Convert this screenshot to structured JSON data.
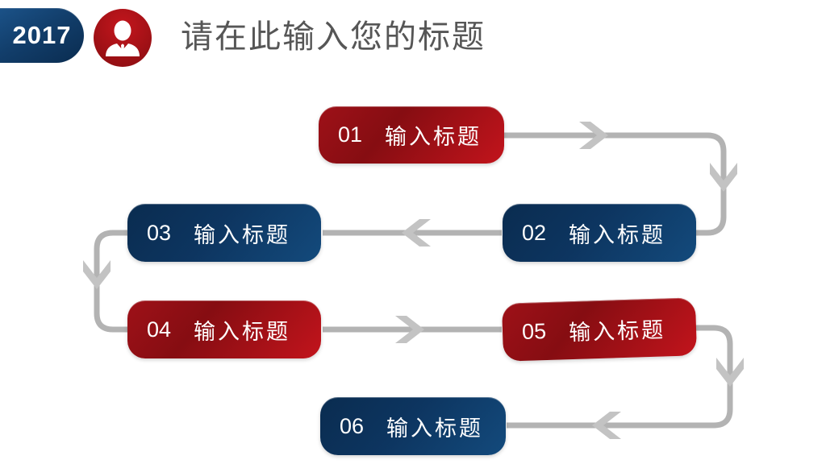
{
  "header": {
    "year_badge": "2017",
    "title": "请在此输入您的标题"
  },
  "flow": {
    "steps": [
      {
        "number": "01",
        "label": "输入标题",
        "color": "red"
      },
      {
        "number": "02",
        "label": "输入标题",
        "color": "blue"
      },
      {
        "number": "03",
        "label": "输入标题",
        "color": "blue"
      },
      {
        "number": "04",
        "label": "输入标题",
        "color": "red"
      },
      {
        "number": "05",
        "label": "输入标题",
        "color": "red"
      },
      {
        "number": "06",
        "label": "输入标题",
        "color": "blue"
      }
    ]
  },
  "colors": {
    "red_box": "#b1121a",
    "blue_box": "#0d3a66",
    "badge_blue": "#123e6b",
    "icon_circle_red": "#a31116",
    "connector_gray": "#b3b3b3",
    "arrowhead_gray": "#c3c3c3",
    "title_text": "#565656"
  }
}
